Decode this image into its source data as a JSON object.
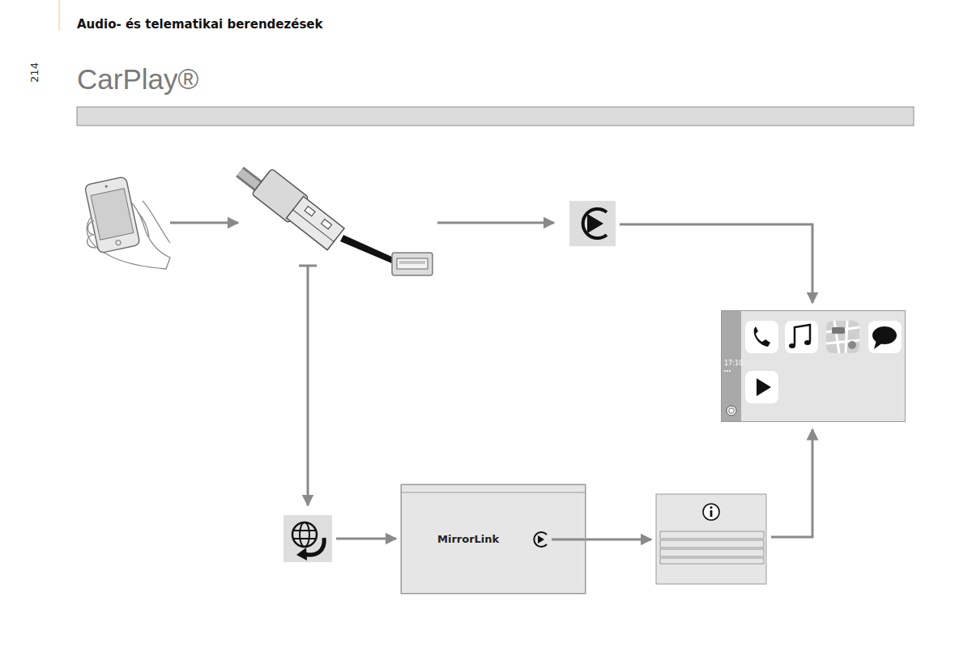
{
  "diagram": {
    "title": "CarPlay®",
    "nodes": [
      {
        "text": [
          "MirrorLink"
        ]
      },
      {
        "text": [
          "17:10"
        ]
      }
    ],
    "labels": [
      "Audio- és telematikai berendezések",
      "214"
    ]
  }
}
